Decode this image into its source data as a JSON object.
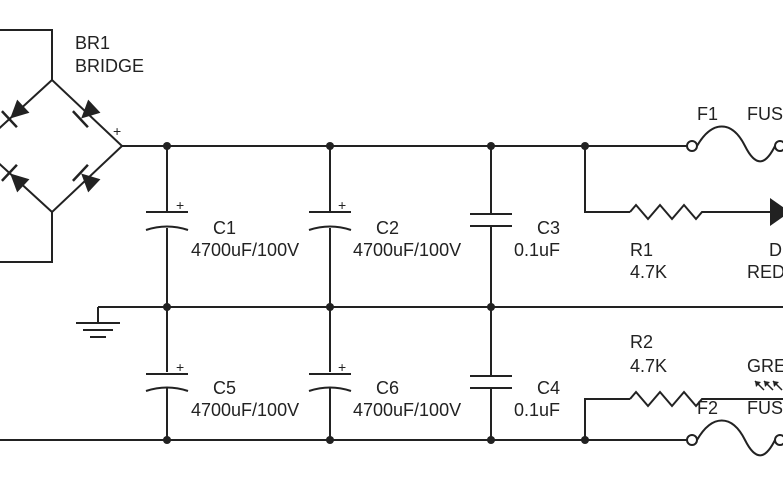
{
  "bridge": {
    "ref": "BR1",
    "type": "BRIDGE",
    "plus": "+"
  },
  "capacitors": [
    {
      "ref": "C1",
      "value": "4700uF/100V",
      "polar": true
    },
    {
      "ref": "C2",
      "value": "4700uF/100V",
      "polar": true
    },
    {
      "ref": "C3",
      "value": "0.1uF",
      "polar": false
    },
    {
      "ref": "C5",
      "value": "4700uF/100V",
      "polar": true
    },
    {
      "ref": "C6",
      "value": "4700uF/100V",
      "polar": true
    },
    {
      "ref": "C4",
      "value": "0.1uF",
      "polar": false
    }
  ],
  "cap_plus": "+",
  "resistors": [
    {
      "ref": "R1",
      "value": "4.7K"
    },
    {
      "ref": "R2",
      "value": "4.7K"
    }
  ],
  "fuses": [
    {
      "ref": "F1",
      "type": "FUS"
    },
    {
      "ref": "F2",
      "type": "FUS"
    }
  ],
  "leds": [
    {
      "ref": "D",
      "color": "RED"
    },
    {
      "color": "GRE"
    }
  ]
}
